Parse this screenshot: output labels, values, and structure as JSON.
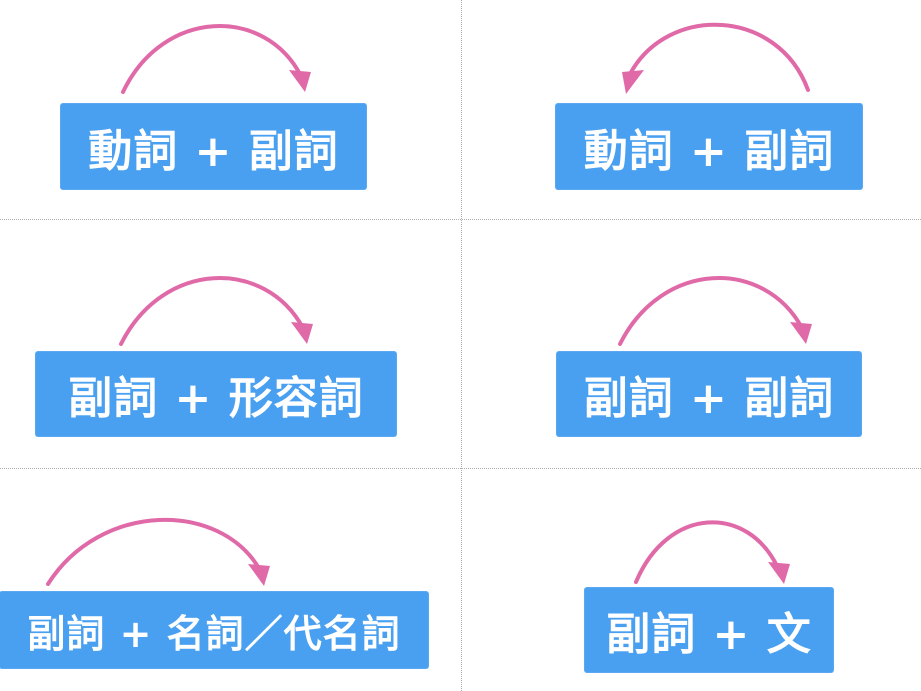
{
  "cards": [
    {
      "label": "動詞 + 副詞",
      "arrow_direction": "right"
    },
    {
      "label": "動詞 + 副詞",
      "arrow_direction": "left"
    },
    {
      "label": "副詞 + 形容詞",
      "arrow_direction": "right"
    },
    {
      "label": "副詞 + 副詞",
      "arrow_direction": "right"
    },
    {
      "label": "副詞 + 名詞／代名詞",
      "arrow_direction": "right"
    },
    {
      "label": "副詞 + 文",
      "arrow_direction": "right"
    }
  ],
  "colors": {
    "box": "#4aa0f0",
    "label_text": "#ffffff",
    "arrow": "#e06aa8",
    "divider": "#b0b0b0"
  }
}
